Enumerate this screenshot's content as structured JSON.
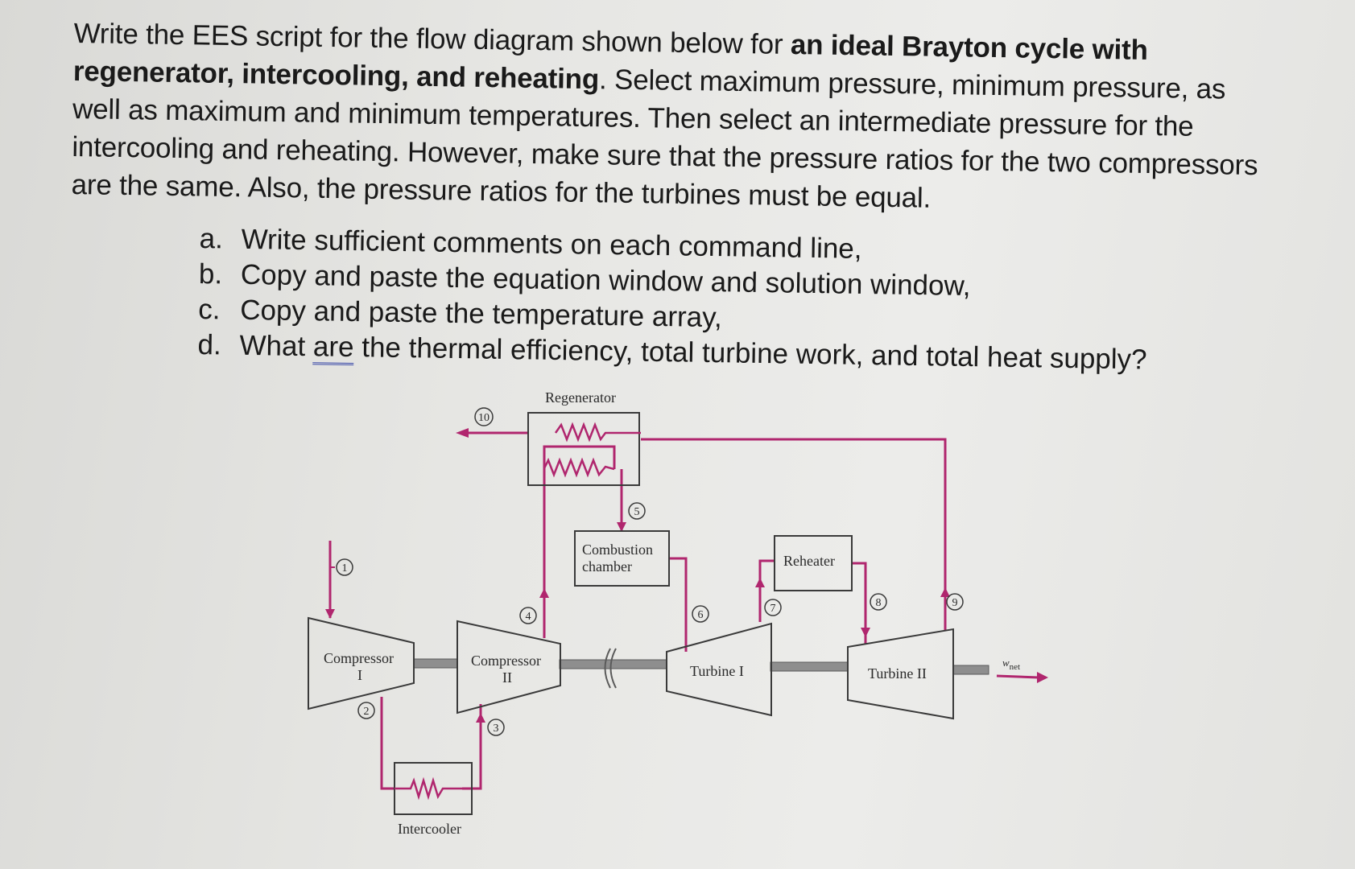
{
  "problem": {
    "intro": "Write the EES script for the flow diagram shown below for ",
    "bold": "an ideal Brayton cycle with regenerator, intercooling, and reheating",
    "rest": ". Select maximum pressure, minimum pressure, as well as maximum and minimum temperatures. Then select an intermediate pressure for the intercooling and reheating. However, make sure that the pressure ratios for the two compressors are the same. Also, the pressure ratios for the turbines must be equal."
  },
  "tasks": [
    {
      "letter": "a.",
      "text": "Write sufficient comments on each command line,"
    },
    {
      "letter": "b.",
      "text": "Copy and paste the equation window and solution window,"
    },
    {
      "letter": "c.",
      "text": "Copy and paste the temperature array,"
    },
    {
      "letter": "d.",
      "pre": "What ",
      "underlined": "are",
      "post": " the thermal efficiency, total turbine work, and total heat supply?"
    }
  ],
  "diagram": {
    "regenerator": "Regenerator",
    "combustion_line1": "Combustion",
    "combustion_line2": "chamber",
    "reheater": "Reheater",
    "intercooler": "Intercooler",
    "compressor1_line1": "Compressor",
    "compressor1_line2": "I",
    "compressor2_line1": "Compressor",
    "compressor2_line2": "II",
    "turbine1": "Turbine I",
    "turbine2": "Turbine II",
    "wnet_w": "w",
    "wnet_sub": "net",
    "states": [
      "1",
      "2",
      "3",
      "4",
      "5",
      "6",
      "7",
      "8",
      "9",
      "10"
    ],
    "colors": {
      "flow": "#b0266e",
      "outline": "#3a3a3a",
      "shaft": "#8e8e8e"
    }
  }
}
